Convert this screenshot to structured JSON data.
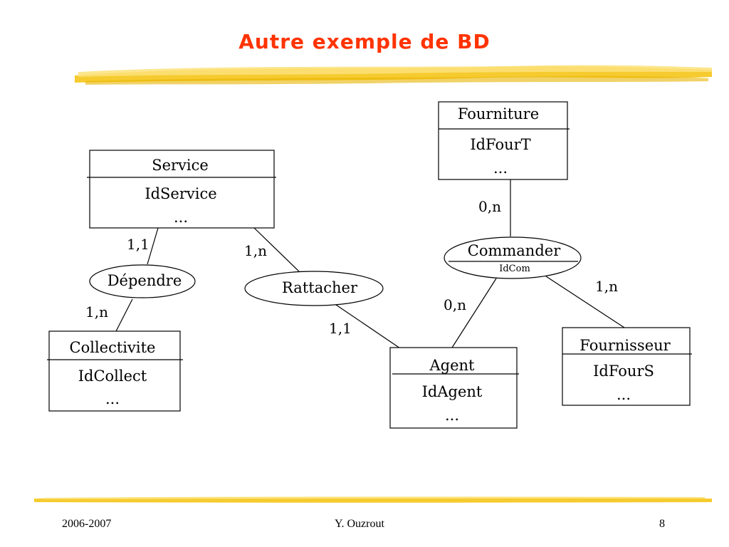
{
  "slide": {
    "title": "Autre exemple de BD"
  },
  "entities": {
    "service": {
      "name": "Service",
      "attrs": [
        "IdService",
        "..."
      ]
    },
    "fourniture": {
      "name": "Fourniture",
      "attrs": [
        "IdFourT",
        "..."
      ]
    },
    "collectivite": {
      "name": "Collectivite",
      "attrs": [
        "IdCollect",
        "..."
      ]
    },
    "agent": {
      "name": "Agent",
      "attrs": [
        "IdAgent",
        "..."
      ]
    },
    "fournisseur": {
      "name": "Fournisseur",
      "attrs": [
        "IdFourS",
        "..."
      ]
    }
  },
  "relationships": {
    "dependre": {
      "name": "Dépendre"
    },
    "rattacher": {
      "name": "Rattacher"
    },
    "commander": {
      "name": "Commander",
      "attr": "IdCom"
    }
  },
  "cardinalities": {
    "service_dependre": "1,1",
    "dependre_collectivite": "1,n",
    "service_rattacher": "1,n",
    "rattacher_agent": "1,1",
    "fourniture_commander": "0,n",
    "commander_agent": "0,n",
    "commander_fournisseur": "1,n"
  },
  "footer": {
    "left": "2006-2007",
    "center": "Y. Ouzrout",
    "right": "8"
  },
  "colors": {
    "title": "#ff3300",
    "stroke_highlight": "#f5c518",
    "stroke_highlight_light": "#fbe27a"
  }
}
